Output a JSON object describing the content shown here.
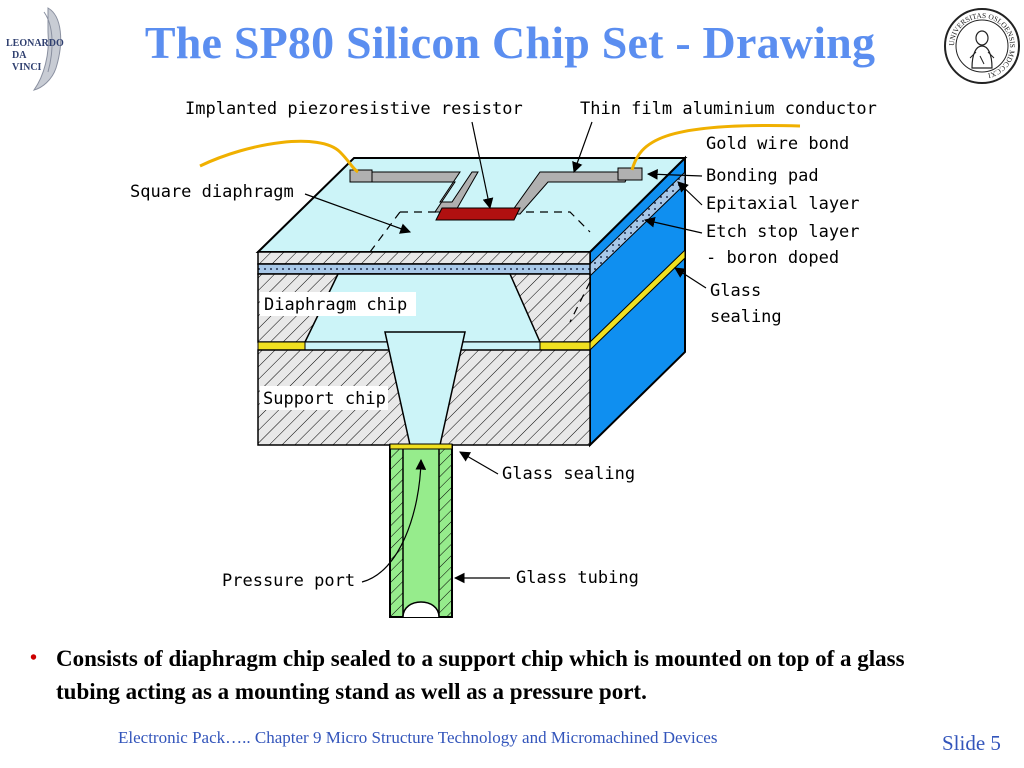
{
  "slide": {
    "title": "The SP80 Silicon Chip Set - Drawing",
    "logo_left_text": [
      "LEONARDO",
      "DA",
      "VINCI"
    ],
    "logo_right_text": "UNIVERSITAS OSLOENSIS MDCCCXI",
    "bullet": "Consists of diaphragm chip sealed to a support chip which is mounted on top of a glass tubing acting as a mounting stand as well as a pressure port.",
    "footer_left": "Electronic Pack…..   Chapter 9 Micro Structure Technology and Micromachined Devices",
    "footer_right": "Slide 5"
  },
  "diagram": {
    "labels": {
      "implanted_resistor": "Implanted piezoresistive resistor",
      "thin_film_conductor": "Thin film aluminium conductor",
      "gold_wire_bond": "Gold wire bond",
      "bonding_pad": "Bonding pad",
      "epitaxial_layer": "Epitaxial layer",
      "etch_stop_1": "Etch stop layer",
      "etch_stop_2": "- boron doped",
      "glass_sealing_side_1": "Glass",
      "glass_sealing_side_2": "sealing",
      "square_diaphragm": "Square diaphragm",
      "diaphragm_chip": "Diaphragm chip",
      "support_chip": "Support chip",
      "glass_sealing_bottom": "Glass sealing",
      "glass_tubing": "Glass tubing",
      "pressure_port": "Pressure port"
    },
    "colors": {
      "chip_top": "#ccf4f8",
      "chip_side": "#0f8ff0",
      "chip_front": "#e8e8e8",
      "epitaxial": "#a8c8e8",
      "glass_seal": "#f0e020",
      "tubing": "#96ec8c",
      "wire": "#f0b000",
      "conductor": "#b0b0b0",
      "resistor": "#b01010"
    }
  }
}
